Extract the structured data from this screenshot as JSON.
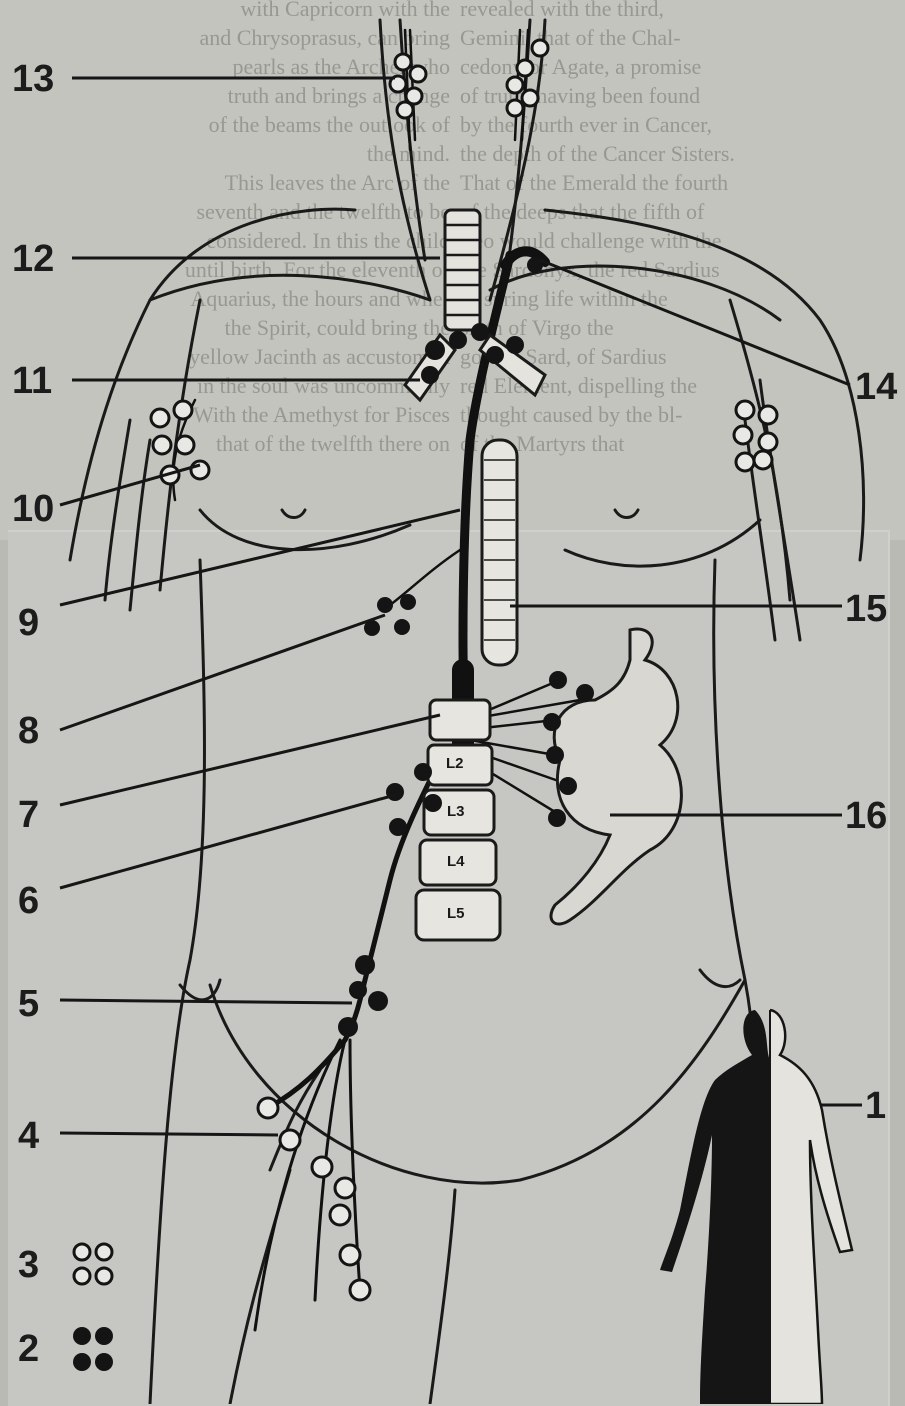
{
  "background_text": {
    "left": "with Capricorn with the\nand Chrysoprasus, can bring\npearls as the Archer who\n truth and brings a change\nof the beams the outlook of\nthe mind.\n  This leaves the Arc of the\nseventh and the twelfth to be\nconsidered. In this the child\nuntil birth. For the eleventh of\nAquarius, the hours and whe-\nthe Spirit, could bring the\nyellow Jacinth as accustomed\nin the soul was uncommonly\nWith the Amethyst for Pisces\n  that of the twelfth there on",
    "right": "revealed with the third,\nGemini, that of the Chal-\ncedony or Agate, a promise\nof truth, having been found\nby the fourth ever in Cancer,\nthe depth of the Cancer Sisters.\nThat of the Emerald the fourth\nof the deeps that the fifth of\nLeo would challenge with the\nthe Sardonyx, the red Sardius\nof spring life within the\nsixth of Virgo the\ngolden Sard, of Sardius\nred Element, dispelling the\nthought caused by the bl-\nof the Martyrs that"
  },
  "labels": {
    "n1": "1",
    "n2": "2",
    "n3": "3",
    "n4": "4",
    "n5": "5",
    "n6": "6",
    "n7": "7",
    "n8": "8",
    "n9": "9",
    "n10": "10",
    "n11": "11",
    "n12": "12",
    "n13": "13",
    "n14": "14",
    "n15": "15",
    "n16": "16"
  },
  "vertebrae": {
    "l2": "L2",
    "l3": "L3",
    "l4": "L4",
    "l5": "L5"
  },
  "colors": {
    "ink": "#161616",
    "paper": "#c6c7c2",
    "node_fill_open": "#e8e8e4"
  },
  "legend": {
    "open_node": "open-circle lymph node symbol",
    "filled_node": "filled-circle lymph node symbol"
  }
}
